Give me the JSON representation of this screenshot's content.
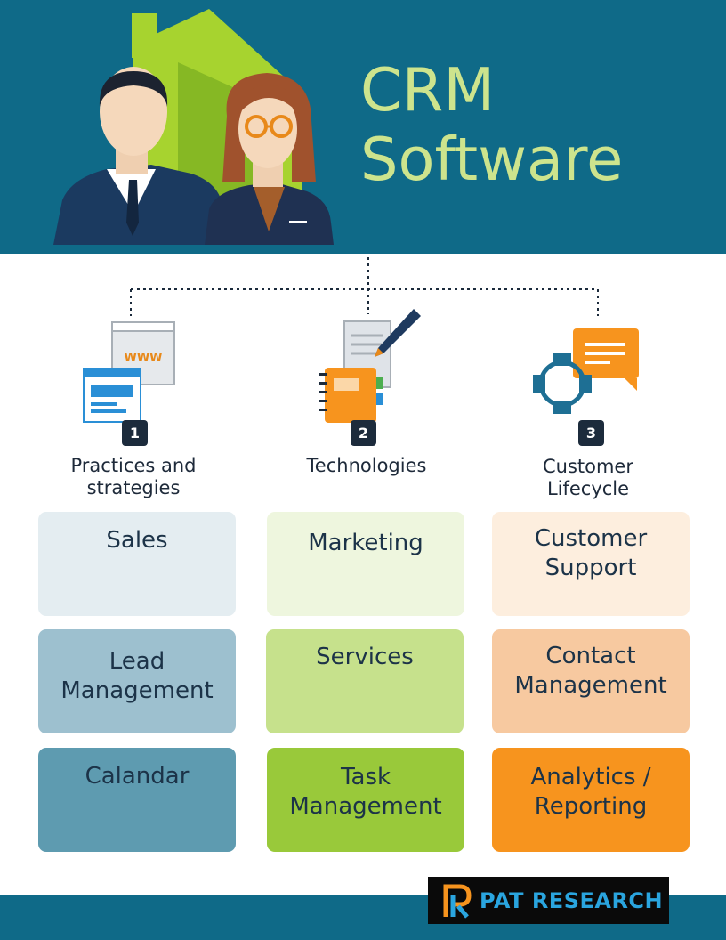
{
  "header": {
    "title_line1": "CRM",
    "title_line2": "Software",
    "title_color": "#cde48d",
    "background_color": "#0f6a88"
  },
  "columns": [
    {
      "number": "1",
      "label_line1": "Practices and",
      "label_line2": "strategies",
      "icon": "web-browser-icon",
      "icon_text": "WWW"
    },
    {
      "number": "2",
      "label_line1": "Technologies",
      "label_line2": "",
      "icon": "notebook-pen-icon"
    },
    {
      "number": "3",
      "label_line1": "Customer",
      "label_line2": "Lifecycle",
      "icon": "cycle-chat-icon"
    }
  ],
  "tiles": [
    [
      {
        "line1": "Sales",
        "line2": "",
        "color": "#e4edf1"
      },
      {
        "line1": "Lead",
        "line2": "Management",
        "color": "#9dc0cf"
      },
      {
        "line1": "Calandar",
        "line2": "",
        "color": "#5e9bb0"
      }
    ],
    [
      {
        "line1": "Marketing",
        "line2": "",
        "color": "#eef6de"
      },
      {
        "line1": "Services",
        "line2": "",
        "color": "#c6e18c"
      },
      {
        "line1": "Task",
        "line2": "Management",
        "color": "#99c93a"
      }
    ],
    [
      {
        "line1": "Customer",
        "line2": "Support",
        "color": "#fdeede"
      },
      {
        "line1": "Contact",
        "line2": "Management",
        "color": "#f7c9a0"
      },
      {
        "line1": "Analytics /",
        "line2": "Reporting",
        "color": "#f7941e"
      }
    ]
  ],
  "footer": {
    "brand": "PAT RESEARCH",
    "brand_color": "#2aa5df"
  }
}
